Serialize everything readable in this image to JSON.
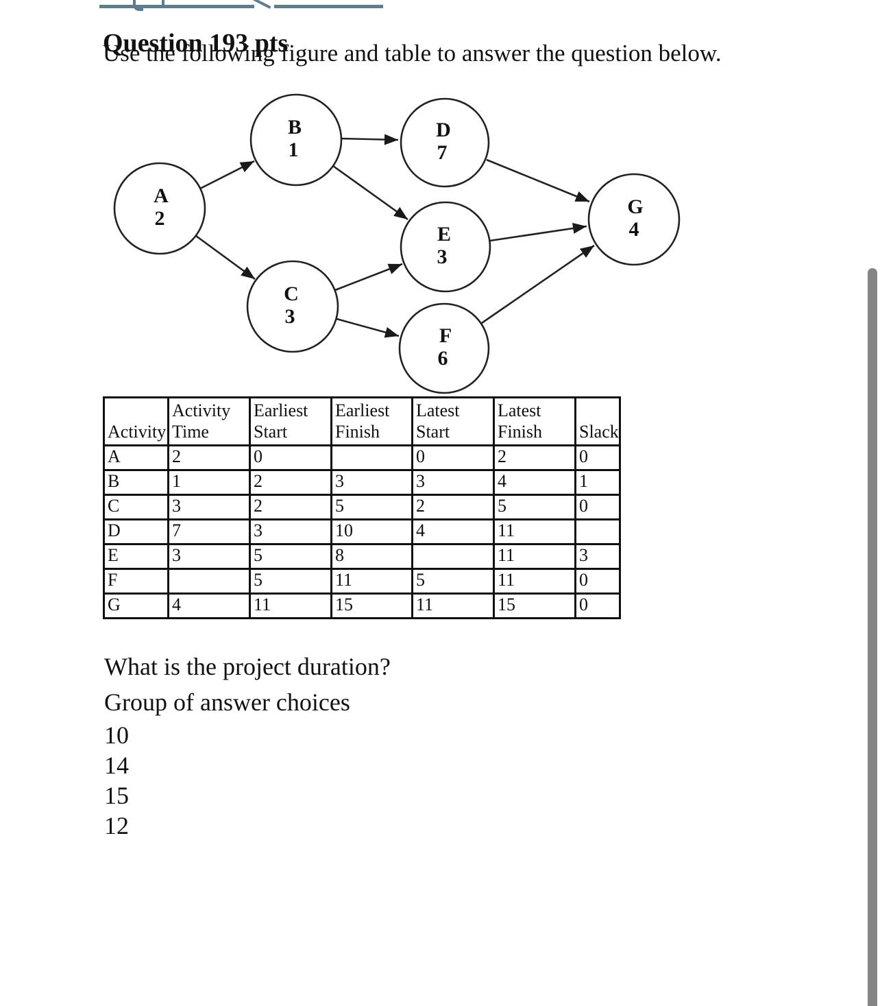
{
  "page": {
    "title": "Question 193 pts",
    "instruction": "Use the following figure and table to answer the question below.",
    "question": "What is the project duration?",
    "choices_label": "Group of answer choices",
    "options": [
      "10",
      "14",
      "15",
      "12"
    ]
  },
  "colors": {
    "accent_slate": "#5e7d8d",
    "scrollbar_grey": "#858585",
    "ink": "#111111"
  },
  "diagram": {
    "nodes": [
      {
        "id": "A",
        "letter": "A",
        "time": "2"
      },
      {
        "id": "B",
        "letter": "B",
        "time": "1"
      },
      {
        "id": "C",
        "letter": "C",
        "time": "3"
      },
      {
        "id": "D",
        "letter": "D",
        "time": "7"
      },
      {
        "id": "E",
        "letter": "E",
        "time": "3"
      },
      {
        "id": "F",
        "letter": "F",
        "time": "6"
      },
      {
        "id": "G",
        "letter": "G",
        "time": "4"
      }
    ],
    "edges": [
      {
        "from": "A",
        "to": "B"
      },
      {
        "from": "A",
        "to": "C"
      },
      {
        "from": "B",
        "to": "D"
      },
      {
        "from": "B",
        "to": "E"
      },
      {
        "from": "C",
        "to": "E"
      },
      {
        "from": "C",
        "to": "F"
      },
      {
        "from": "D",
        "to": "G"
      },
      {
        "from": "E",
        "to": "G"
      },
      {
        "from": "F",
        "to": "G"
      }
    ]
  },
  "table": {
    "headers": [
      {
        "l1": "",
        "l2": "Activity"
      },
      {
        "l1": "Activity",
        "l2": "Time"
      },
      {
        "l1": "Earliest",
        "l2": "Start"
      },
      {
        "l1": "Earliest",
        "l2": "Finish"
      },
      {
        "l1": "Latest",
        "l2": "Start"
      },
      {
        "l1": "Latest",
        "l2": "Finish"
      },
      {
        "l1": "",
        "l2": "Slack"
      }
    ],
    "rows": [
      {
        "cells": [
          "A",
          "2",
          "0",
          "",
          "0",
          "2",
          "0"
        ]
      },
      {
        "cells": [
          "B",
          "1",
          "2",
          "3",
          "3",
          "4",
          "1"
        ]
      },
      {
        "cells": [
          "C",
          "3",
          "2",
          "5",
          "2",
          "5",
          "0"
        ]
      },
      {
        "cells": [
          "D",
          "7",
          "3",
          "10",
          "4",
          "11",
          ""
        ]
      },
      {
        "cells": [
          "E",
          "3",
          "5",
          "8",
          "",
          "11",
          "3"
        ]
      },
      {
        "cells": [
          "F",
          "",
          "5",
          "11",
          "5",
          "11",
          "0"
        ]
      },
      {
        "cells": [
          "G",
          "4",
          "11",
          "15",
          "11",
          "15",
          "0"
        ]
      }
    ]
  }
}
